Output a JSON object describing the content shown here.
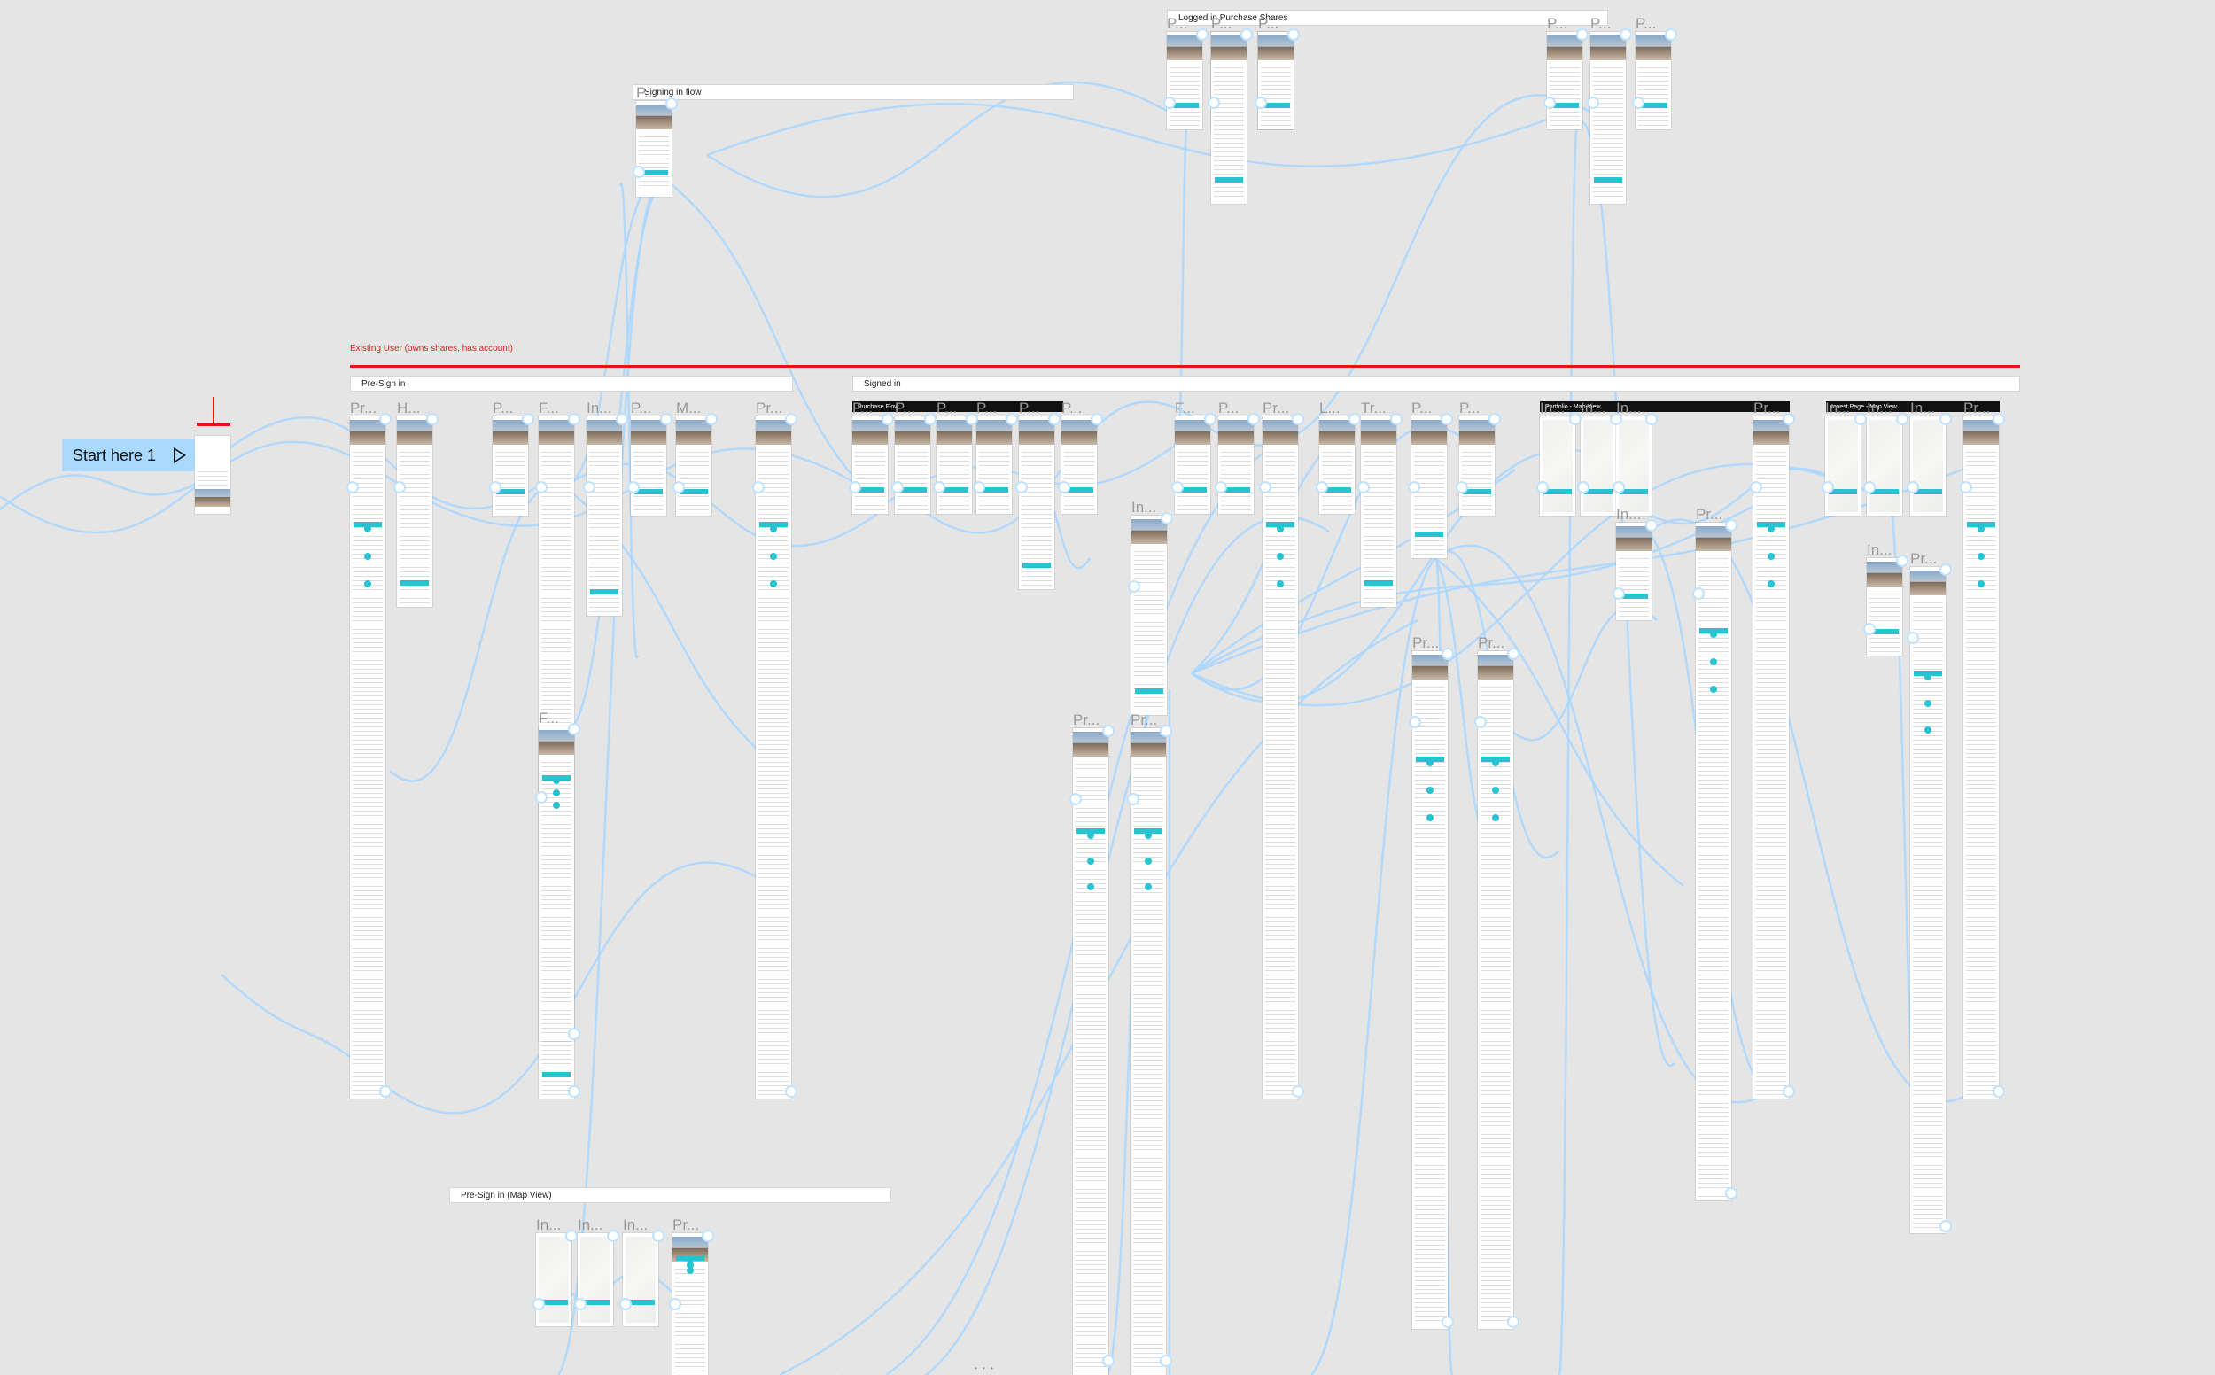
{
  "canvas": {
    "background": "#e5e5e5",
    "flow_color": "#a9d7ff",
    "accent": "#28c3d1",
    "alert": "#ee1111"
  },
  "start": {
    "label": "Start here 1",
    "icon": "play-icon"
  },
  "pager": "• • •",
  "group_labels": {
    "existing_user": "Existing User (owns shares, has account)"
  },
  "sections": [
    {
      "id": "logged-in-purchase",
      "label": "Logged in Purchase Shares",
      "style": "light"
    },
    {
      "id": "signing-in-flow",
      "label": "Signing in flow",
      "style": "light"
    },
    {
      "id": "pre-sign-in",
      "label": "Pre-Sign in",
      "style": "light"
    },
    {
      "id": "signed-in",
      "label": "Signed in",
      "style": "light"
    },
    {
      "id": "purchase-flow",
      "label": "Purchase Flow",
      "style": "dark"
    },
    {
      "id": "portfolio-map-view",
      "label": "Portfolio - Map View",
      "style": "dark"
    },
    {
      "id": "invest-page-map-view",
      "label": "Invest Page - Map View",
      "style": "dark"
    },
    {
      "id": "pre-sign-in-map-view",
      "label": "Pre-Sign in (Map View)",
      "style": "light"
    }
  ],
  "frames": [
    {
      "title": "P...",
      "kind": "phone"
    },
    {
      "title": "P...",
      "kind": "phone"
    },
    {
      "title": "P...",
      "kind": "phone"
    },
    {
      "title": "P...",
      "kind": "phone"
    },
    {
      "title": "P...",
      "kind": "phone"
    },
    {
      "title": "P...",
      "kind": "phone"
    },
    {
      "title": "P...",
      "kind": "phone"
    },
    {
      "title": "P...",
      "kind": "phone"
    },
    {
      "title": "P...",
      "kind": "phone"
    },
    {
      "title": "Pr...",
      "kind": "property"
    },
    {
      "title": "H...",
      "kind": "phone"
    },
    {
      "title": "P...",
      "kind": "phone"
    },
    {
      "title": "F...",
      "kind": "phone"
    },
    {
      "title": "In...",
      "kind": "list"
    },
    {
      "title": "P...",
      "kind": "phone"
    },
    {
      "title": "M...",
      "kind": "phone"
    },
    {
      "title": "Pr...",
      "kind": "property"
    },
    {
      "title": "F...",
      "kind": "property"
    },
    {
      "title": "P...",
      "kind": "phone"
    },
    {
      "title": "P...",
      "kind": "phone"
    },
    {
      "title": "P...",
      "kind": "phone"
    },
    {
      "title": "P...",
      "kind": "phone"
    },
    {
      "title": "P...",
      "kind": "phone"
    },
    {
      "title": "P...",
      "kind": "phone"
    },
    {
      "title": "F...",
      "kind": "phone"
    },
    {
      "title": "P...",
      "kind": "phone"
    },
    {
      "title": "Pr...",
      "kind": "property"
    },
    {
      "title": "L...",
      "kind": "phone"
    },
    {
      "title": "Tr...",
      "kind": "phone"
    },
    {
      "title": "P...",
      "kind": "phone"
    },
    {
      "title": "P...",
      "kind": "phone"
    },
    {
      "title": "In...",
      "kind": "list"
    },
    {
      "title": "Pr...",
      "kind": "property"
    },
    {
      "title": "Pr...",
      "kind": "property"
    },
    {
      "title": "Pr...",
      "kind": "property"
    },
    {
      "title": "Pr...",
      "kind": "property"
    },
    {
      "title": "In...",
      "kind": "map"
    },
    {
      "title": "In...",
      "kind": "map"
    },
    {
      "title": "In...",
      "kind": "map"
    },
    {
      "title": "In...",
      "kind": "phone"
    },
    {
      "title": "Pr...",
      "kind": "property"
    },
    {
      "title": "Pr...",
      "kind": "property"
    },
    {
      "title": "In...",
      "kind": "map"
    },
    {
      "title": "In...",
      "kind": "map"
    },
    {
      "title": "In...",
      "kind": "map"
    },
    {
      "title": "Pr...",
      "kind": "property"
    },
    {
      "title": "In...",
      "kind": "phone"
    },
    {
      "title": "Pr...",
      "kind": "property"
    },
    {
      "title": "In...",
      "kind": "map"
    },
    {
      "title": "In...",
      "kind": "map"
    },
    {
      "title": "In...",
      "kind": "map"
    },
    {
      "title": "Pr...",
      "kind": "property"
    }
  ]
}
